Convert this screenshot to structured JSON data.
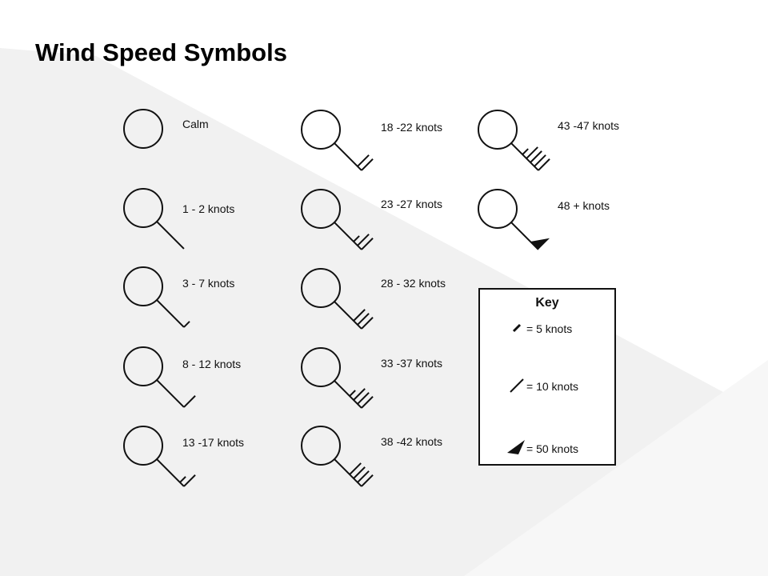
{
  "slide": {
    "title": "Wind Speed Symbols",
    "accent_colors": {
      "background": "#ffffff",
      "shading": "#eeeeee",
      "ink": "#111111"
    }
  },
  "symbols": [
    {
      "id": "calm",
      "label": "Calm",
      "half_barbs": 0,
      "full_barbs": 0,
      "pennants": 0,
      "staff": false
    },
    {
      "id": "1-2",
      "label": "1 - 2 knots",
      "half_barbs": 0,
      "full_barbs": 0,
      "pennants": 0,
      "staff": true
    },
    {
      "id": "3-7",
      "label": "3 - 7 knots",
      "half_barbs": 1,
      "full_barbs": 0,
      "pennants": 0,
      "staff": true
    },
    {
      "id": "8-12",
      "label": "8 - 12 knots",
      "half_barbs": 0,
      "full_barbs": 1,
      "pennants": 0,
      "staff": true
    },
    {
      "id": "13-17",
      "label": "13 -17 knots",
      "half_barbs": 1,
      "full_barbs": 1,
      "pennants": 0,
      "staff": true
    },
    {
      "id": "18-22",
      "label": "18 -22 knots",
      "half_barbs": 0,
      "full_barbs": 2,
      "pennants": 0,
      "staff": true
    },
    {
      "id": "23-27",
      "label": "23 -27 knots",
      "half_barbs": 1,
      "full_barbs": 2,
      "pennants": 0,
      "staff": true
    },
    {
      "id": "28-32",
      "label": "28 - 32 knots",
      "half_barbs": 0,
      "full_barbs": 3,
      "pennants": 0,
      "staff": true
    },
    {
      "id": "33-37",
      "label": "33 -37 knots",
      "half_barbs": 1,
      "full_barbs": 3,
      "pennants": 0,
      "staff": true
    },
    {
      "id": "38-42",
      "label": "38 -42 knots",
      "half_barbs": 0,
      "full_barbs": 4,
      "pennants": 0,
      "staff": true
    },
    {
      "id": "43-47",
      "label": "43 -47 knots",
      "half_barbs": 1,
      "full_barbs": 4,
      "pennants": 0,
      "staff": true
    },
    {
      "id": "48plus",
      "label": "48 + knots",
      "half_barbs": 0,
      "full_barbs": 0,
      "pennants": 1,
      "staff": true
    }
  ],
  "key": {
    "title": "Key",
    "items": [
      {
        "glyph": "half-barb",
        "label": "= 5 knots"
      },
      {
        "glyph": "full-barb",
        "label": "= 10 knots"
      },
      {
        "glyph": "pennant",
        "label": "= 50 knots"
      }
    ]
  }
}
